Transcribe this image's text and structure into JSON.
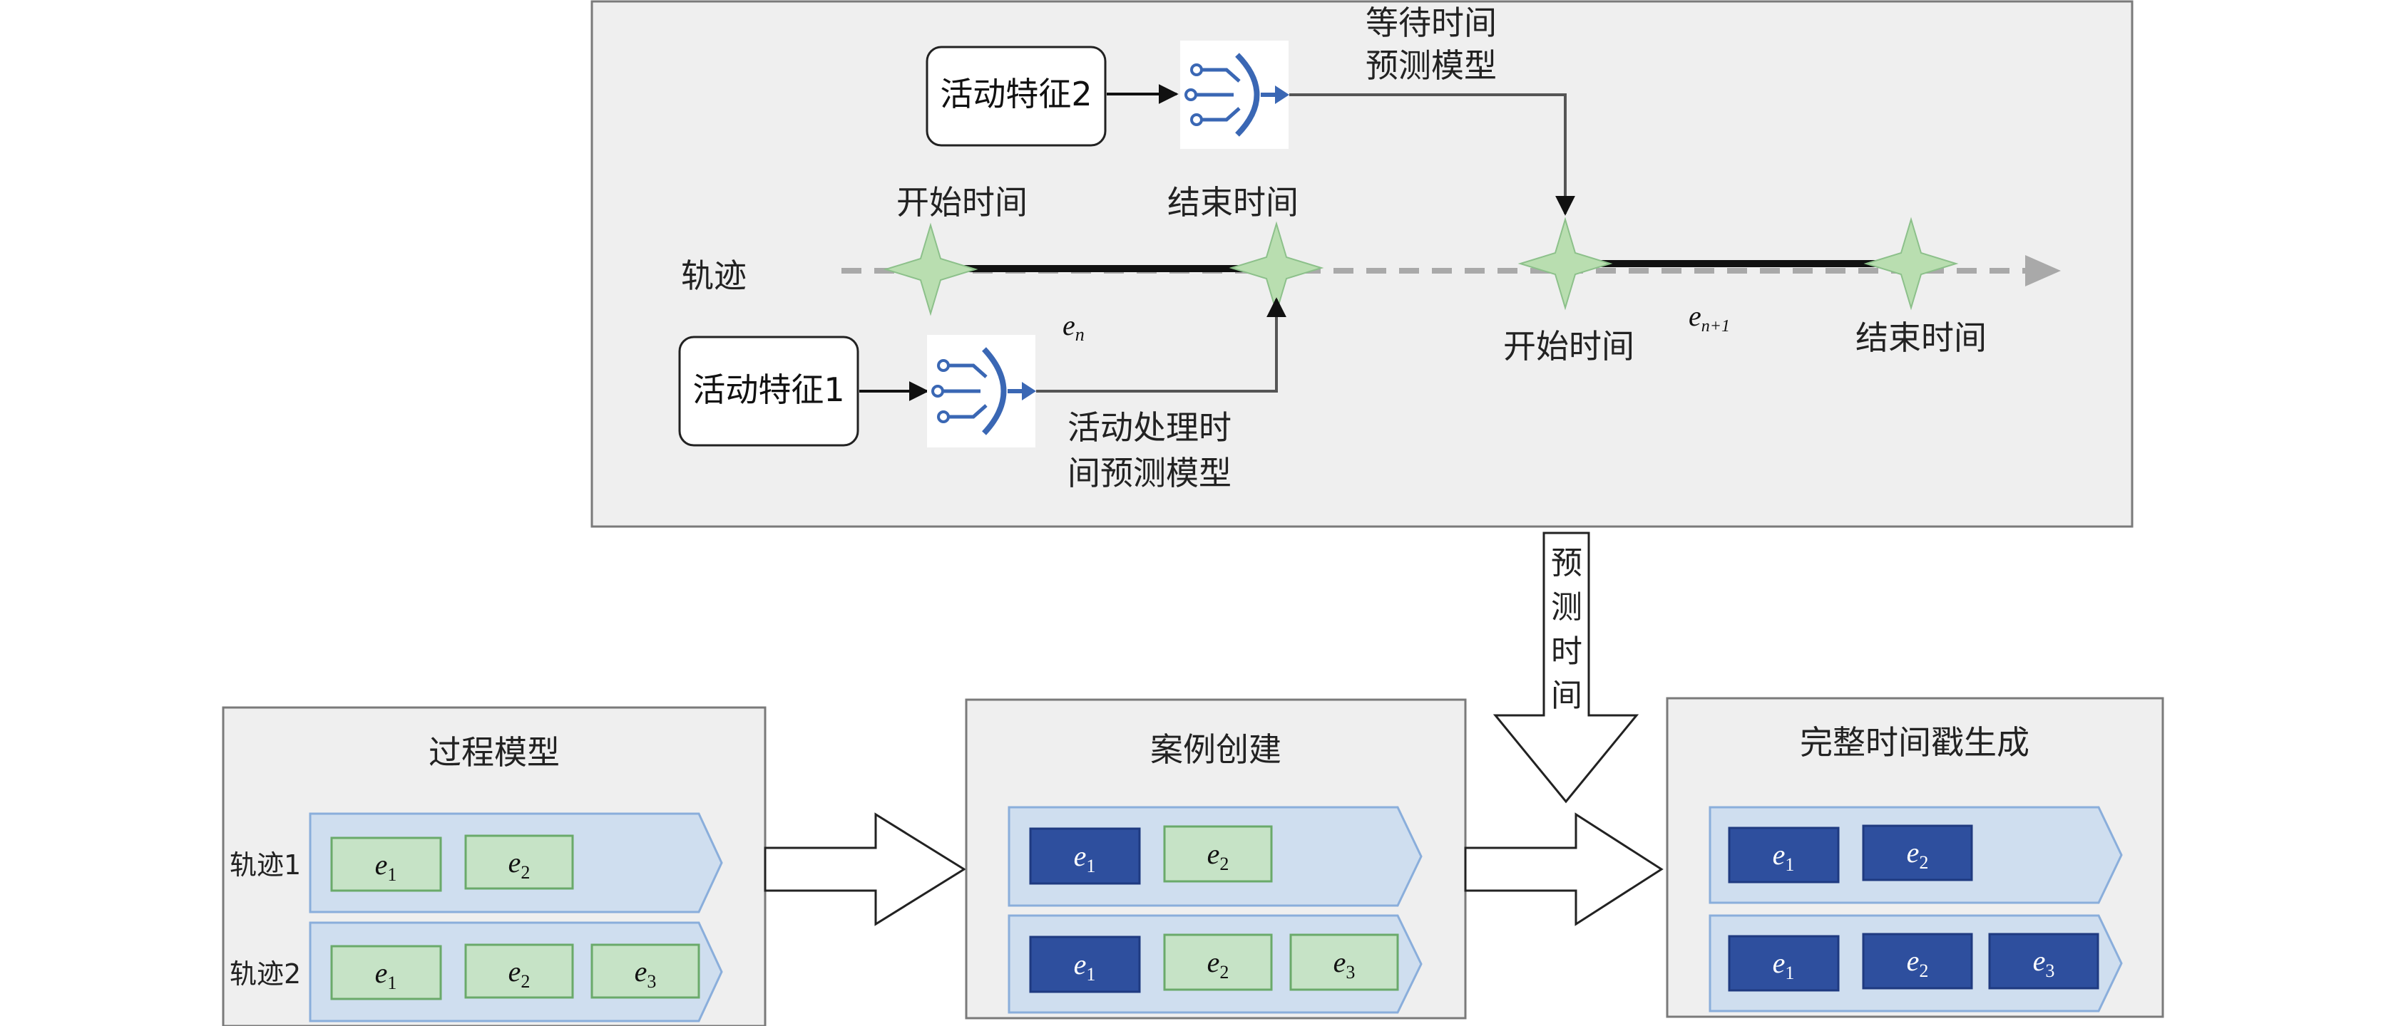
{
  "top_panel": {
    "feature1": "活动特征1",
    "feature2": "活动特征2",
    "wait_model_line1": "等待时间",
    "wait_model_line2": "预测模型",
    "proc_model_line1": "活动处理时",
    "proc_model_line2": "间预测模型",
    "trace_label": "轨迹",
    "start_time": "开始时间",
    "end_time": "结束时间",
    "event_n": "e",
    "event_n_sub": "n",
    "event_n1": "e",
    "event_n1_sub": "n+1"
  },
  "predict_arrow": [
    "预",
    "测",
    "时",
    "间"
  ],
  "bottom": {
    "process_model": {
      "title": "过程模型",
      "trace1_label": "轨迹1",
      "trace2_label": "轨迹2"
    },
    "case_creation": {
      "title": "案例创建"
    },
    "complete_timestamp": {
      "title": "完整时间戳生成"
    }
  },
  "events": {
    "e": "e",
    "sub1": "1",
    "sub2": "2",
    "sub3": "3"
  },
  "colors": {
    "panel_bg": "#efefef",
    "panel_border": "#7a7a7a",
    "trace_bg": "#cfdeef",
    "trace_border": "#8aaedb",
    "event_light_fill": "#c6e3c6",
    "event_light_border": "#6aaa6a",
    "event_dark_fill": "#2e4f9e",
    "event_dark_border": "#1f3a80",
    "star_fill": "#b9deb0",
    "model_icon": "#3a67b4"
  }
}
